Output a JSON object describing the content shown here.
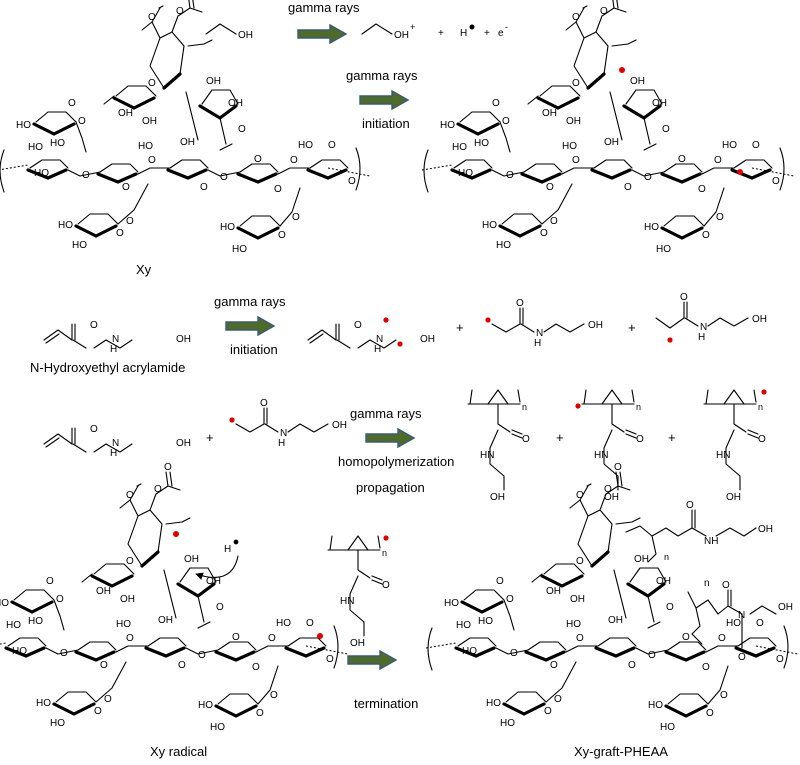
{
  "colors": {
    "arrow_fill": "#4f6b2a",
    "arrow_outline": "#3a5a78",
    "radical_dot": "#e00000",
    "structure_lines": "#000000"
  },
  "arrows": {
    "ethanol": {
      "label": "gamma rays"
    },
    "xylan": {
      "label_top": "gamma rays",
      "label_bottom": "initiation"
    },
    "monomer": {
      "label_top": "gamma rays",
      "label_bottom": "initiation"
    },
    "homopolymer": {
      "label_top": "gamma rays",
      "label_mid": "homopolymerization",
      "label_bottom": "propagation"
    },
    "termination": {
      "label_bottom": "termination"
    }
  },
  "labels": {
    "xy": "Xy",
    "monomer": "N-Hydroxyethyl acrylamide",
    "xy_radical": "Xy radical",
    "product": "Xy-graft-PHEAA"
  },
  "atoms": {
    "oh": "OH",
    "ho": "HO",
    "o": "O",
    "n": "N",
    "h": "H",
    "hn": "HN",
    "nh": "NH",
    "plus": "+",
    "electron": "e",
    "minus": "-",
    "sub_n": "n",
    "sup_plus": "+"
  },
  "icons": {
    "reaction_arrow": "right-block-arrow-icon",
    "radical": "red-dot-radical-icon",
    "curved_arrow": "curved-arrow-icon"
  }
}
